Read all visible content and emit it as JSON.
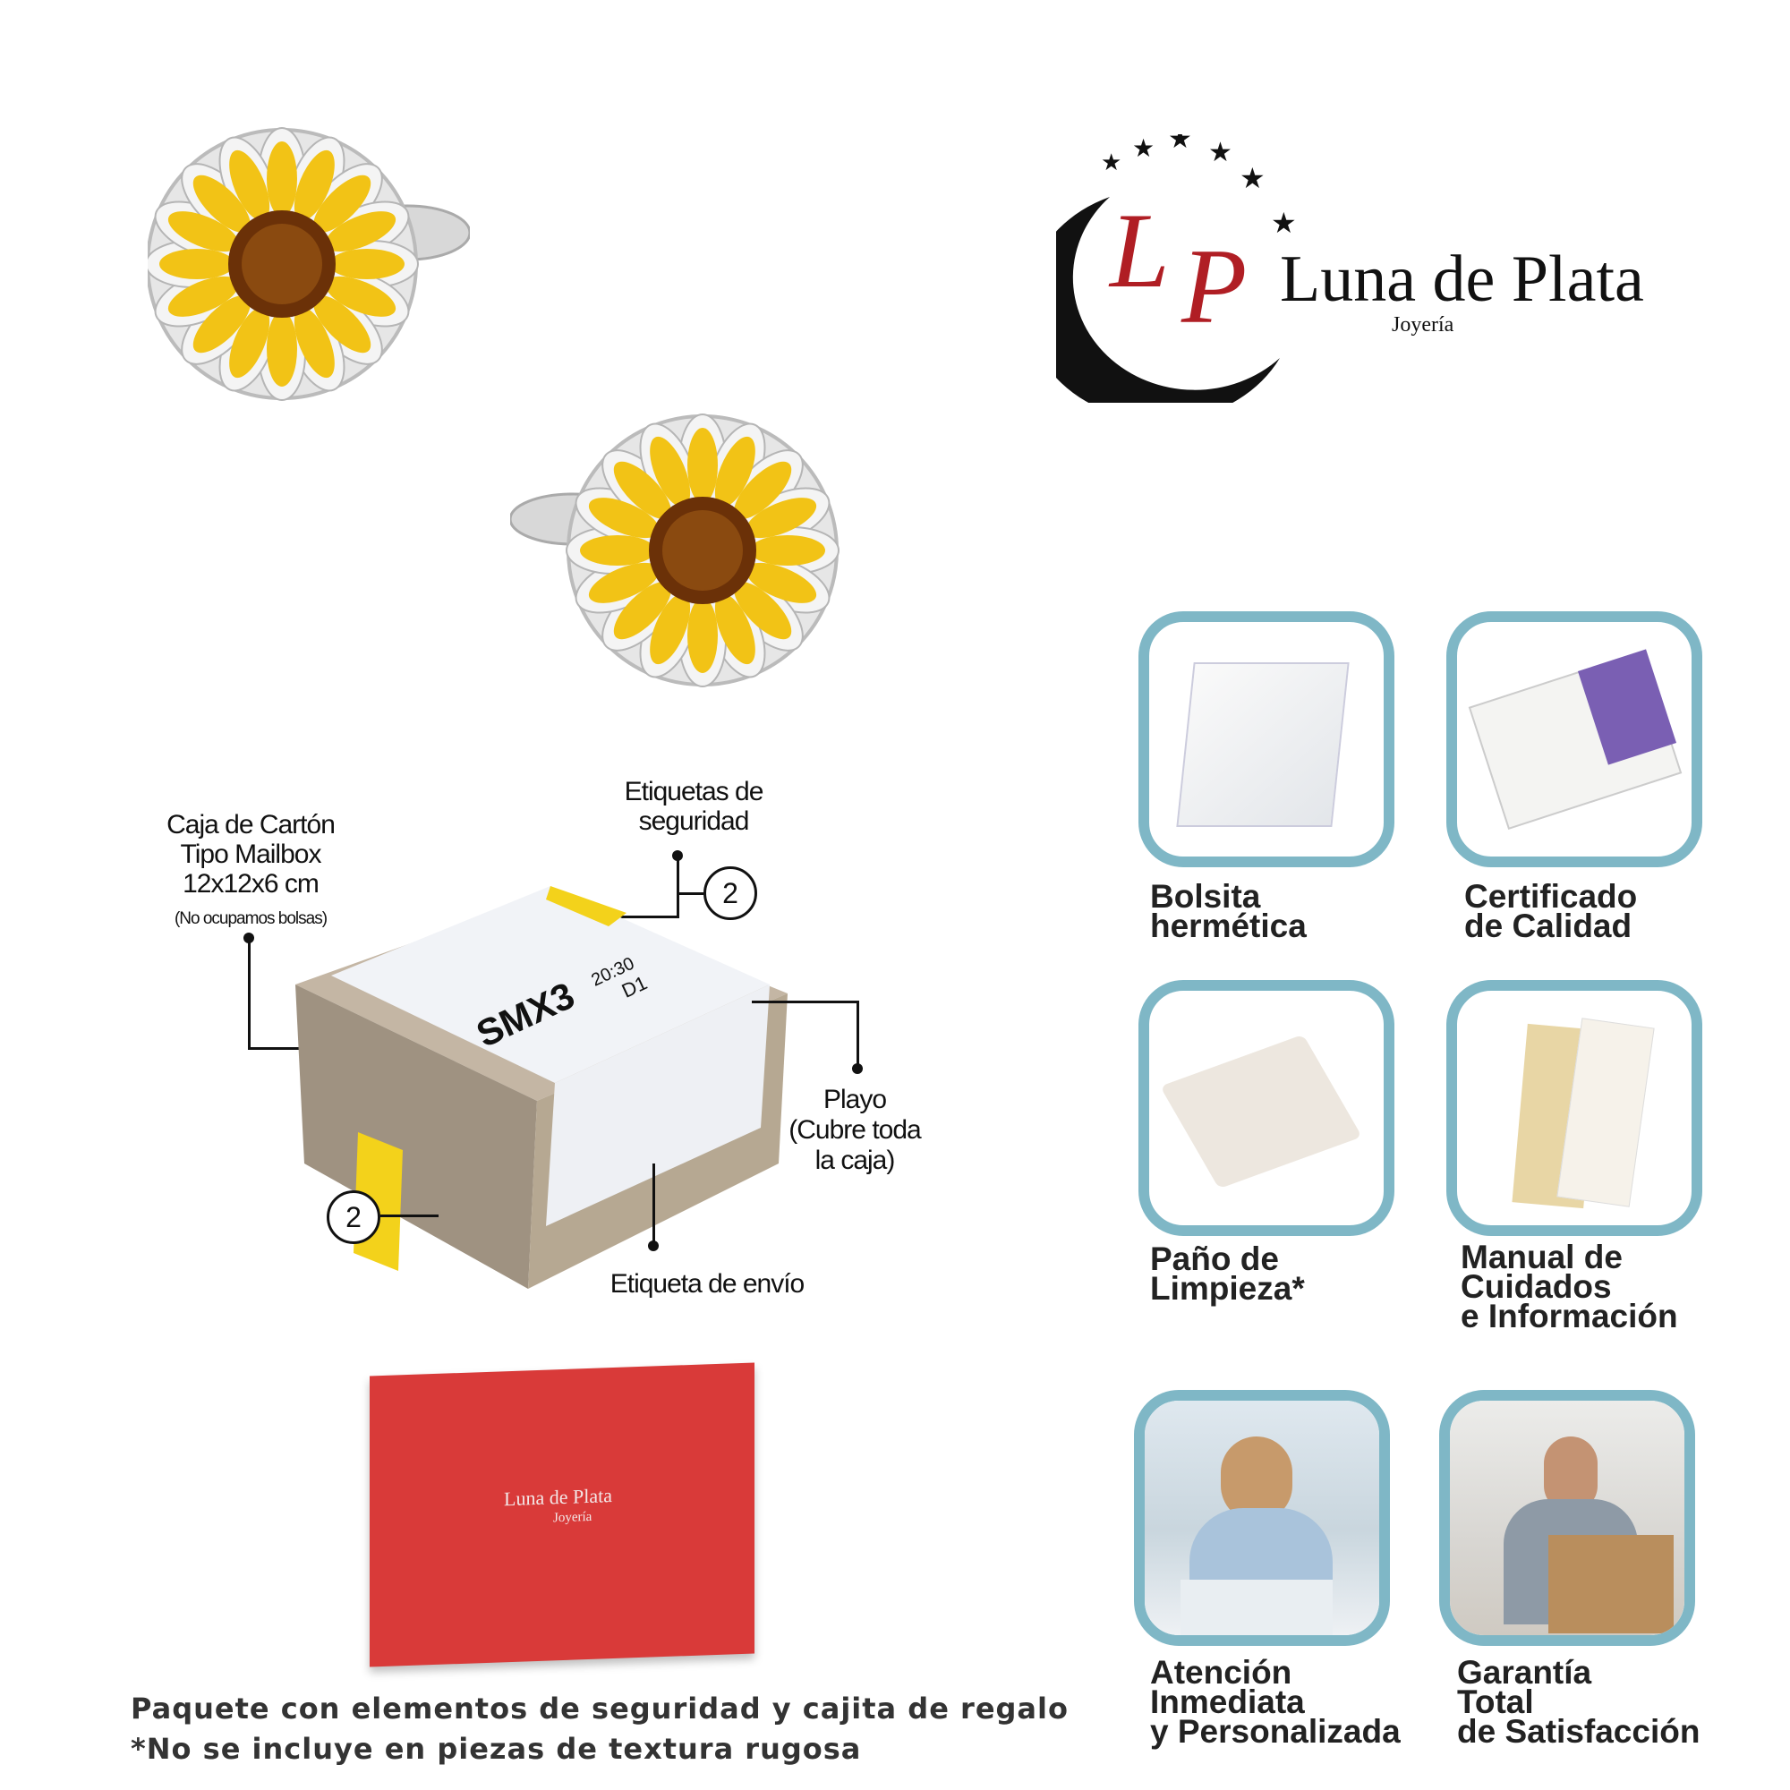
{
  "logo": {
    "brand": "Luna de Plata",
    "sub": "Joyería"
  },
  "package": {
    "box_label": "Caja de Cartón\nTipo Mailbox\n12x12x6 cm",
    "box_note": "(No ocupamos bolsas)",
    "security_labels": "Etiquetas de\nseguridad",
    "security_count": "2",
    "wrap": "Playo\n(Cubre toda\nla caja)",
    "shipping_label": "Etiqueta de envío",
    "side_count": "2",
    "shipping_code": "SMX3",
    "shipping_time": "20:30",
    "shipping_zone": "D1"
  },
  "gift": {
    "brand": "Luna de Plata",
    "sub": "Joyería"
  },
  "footer": {
    "line1": "Paquete con elementos de seguridad y cajita de regalo",
    "line2": "*No se incluye en piezas de textura rugosa"
  },
  "features": [
    {
      "label": "Bolsita\nhermética",
      "icon": "bag-icon"
    },
    {
      "label": "Certificado\nde Calidad",
      "icon": "certificate-icon"
    },
    {
      "label": "Paño de\nLimpieza*",
      "icon": "cloth-icon"
    },
    {
      "label": "Manual de\nCuidados\ne Información",
      "icon": "manual-icon"
    },
    {
      "label": "Atención\nInmediata\ny Personalizada",
      "icon": "support-icon"
    },
    {
      "label": "Garantía\nTotal\nde Satisfacción",
      "icon": "satisfaction-icon"
    }
  ],
  "colors": {
    "tile_border": "#7fb7c6",
    "logo_red": "#b01e24",
    "gift_red": "#d93a39",
    "petal_yellow": "#f2c316"
  }
}
